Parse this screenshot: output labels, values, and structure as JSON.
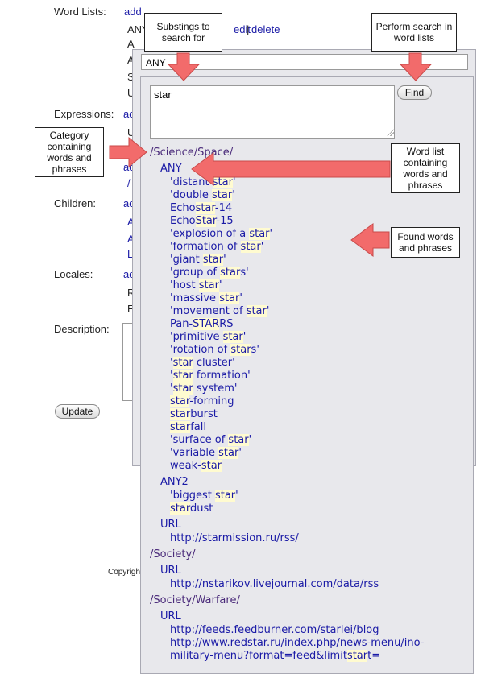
{
  "form": {
    "word_lists_label": "Word Lists:",
    "word_lists_add": "add",
    "word_lists_first_row": "ANY",
    "word_lists_edit": "edit",
    "word_lists_sep": "|",
    "word_lists_delete": "delete",
    "word_lists_partial": [
      "A",
      "A",
      "S",
      "U"
    ],
    "expressions_label": "Expressions:",
    "expressions_add": "ad",
    "expressions_partial": [
      "U",
      "ad",
      "/"
    ],
    "children_label": "Children:",
    "children_add": "ad",
    "children_partial": [
      "A",
      "A",
      "L"
    ],
    "locales_label": "Locales:",
    "locales_add": "ad",
    "locales_partial": [
      "R",
      "E"
    ],
    "description_label": "Description:",
    "update_button": "Update",
    "copyright_partial": "Copyrigh"
  },
  "popup": {
    "search_value": "ANY",
    "query_value": "star",
    "find_button": "Find",
    "results": [
      {
        "category": "/Science/Space/",
        "lists": [
          {
            "name": "ANY",
            "items": [
              "'distant star'",
              "'double star'",
              "Echostar-14",
              "EchoStar-15",
              "'explosion of a star'",
              "'formation of star'",
              "'giant star'",
              "'group of stars'",
              "'host star'",
              "'massive star'",
              "'movement of star'",
              "Pan-STARRS",
              "'primitive star'",
              "'rotation of stars'",
              "'star cluster'",
              "'star formation'",
              "'star system'",
              "star-forming",
              "starburst",
              "starfall",
              "'surface of star'",
              "'variable star'",
              "weak-star"
            ]
          },
          {
            "name": "ANY2",
            "items": [
              "'biggest star'",
              "stardust"
            ]
          },
          {
            "name": "URL",
            "items": [
              "http://starmission.ru/rss/"
            ]
          }
        ]
      },
      {
        "category": "/Society/",
        "lists": [
          {
            "name": "URL",
            "items": [
              "http://nstarikov.livejournal.com/data/rss"
            ]
          }
        ]
      },
      {
        "category": "/Society/Warfare/",
        "lists": [
          {
            "name": "URL",
            "items": [
              "http://feeds.feedburner.com/starlei/blog",
              "http://www.redstar.ru/index.php/news-menu/ino-",
              "military-menu?format=feed&limitstart="
            ]
          }
        ]
      }
    ]
  },
  "callouts": {
    "substrings": "Substings to search for",
    "perform": "Perform search in word lists",
    "category": "Category containing words and phrases",
    "wordlist": "Word list containing words and phrases",
    "found": "Found words and phrases"
  },
  "colors": {
    "link": "#1a1aa6",
    "category": "#4a2a7a",
    "arrow": "#f26b6b",
    "popup_bg": "#e8e8ec",
    "highlight": "#fffbd0"
  }
}
